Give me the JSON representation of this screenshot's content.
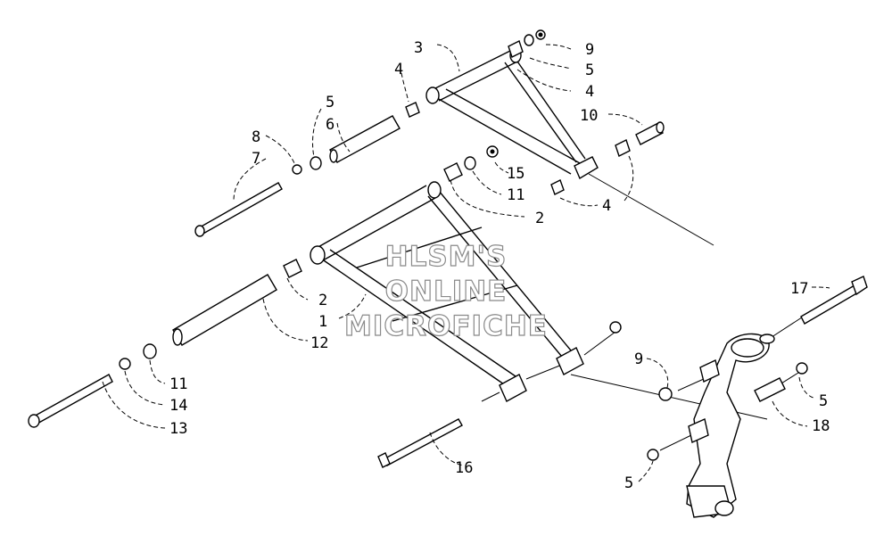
{
  "watermark": {
    "line1": "HLSM'S",
    "line2": "ONLINE",
    "line3": "MICROFICHE"
  },
  "callouts": [
    "3",
    "4",
    "9",
    "5",
    "4",
    "10",
    "5",
    "6",
    "8",
    "7",
    "15",
    "11",
    "2",
    "4",
    "2",
    "1",
    "12",
    "11",
    "14",
    "13",
    "9",
    "17",
    "5",
    "18",
    "16",
    "5"
  ]
}
